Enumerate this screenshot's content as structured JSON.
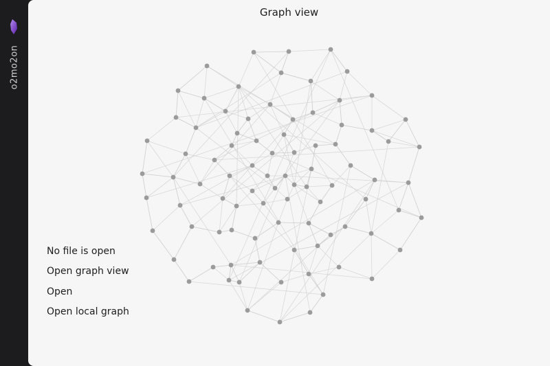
{
  "app": {
    "vault_name": "o2mo2on",
    "accent_color": "#7b3fc4"
  },
  "graph_view": {
    "title": "Graph view",
    "node_color": "#9b9b9b",
    "edge_color": "#cfcfcf"
  },
  "empty_state": {
    "message": "No file is open",
    "actions": [
      "Open graph view",
      "Open",
      "Open local graph"
    ]
  }
}
